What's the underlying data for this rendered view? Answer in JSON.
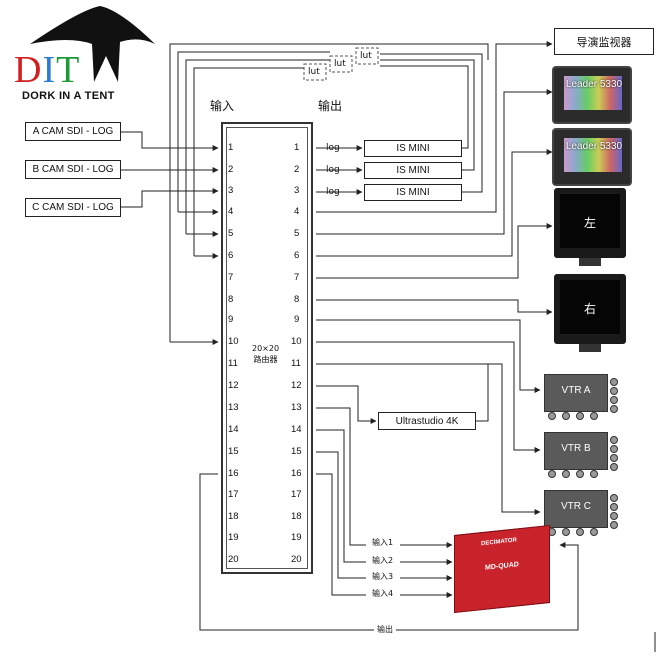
{
  "logo": {
    "letters": [
      "D",
      "I",
      "T"
    ],
    "letter_colors": [
      "#d21f1f",
      "#2a7bd4",
      "#1f9a3a"
    ],
    "tagline": "DORK IN A TENT"
  },
  "headers": {
    "inputs": "输入",
    "outputs": "输出"
  },
  "sources": [
    "A CAM SDI - LOG",
    "B CAM SDI - LOG",
    "C CAM SDI - LOG"
  ],
  "router": {
    "label": "20×20\n路由器",
    "inputs": [
      "1",
      "2",
      "3",
      "4",
      "5",
      "6",
      "7",
      "8",
      "9",
      "10",
      "11",
      "12",
      "13",
      "14",
      "15",
      "16",
      "17",
      "18",
      "19",
      "20"
    ],
    "outputs": [
      "1",
      "2",
      "3",
      "4",
      "5",
      "6",
      "7",
      "8",
      "9",
      "10",
      "11",
      "12",
      "13",
      "14",
      "15",
      "16",
      "17",
      "18",
      "19",
      "20"
    ]
  },
  "log_labels": [
    "log",
    "log",
    "log"
  ],
  "is_mini_labels": [
    "IS MINI",
    "IS MINI",
    "IS MINI"
  ],
  "lut_labels": [
    "lut",
    "lut",
    "lut"
  ],
  "director_monitors": "导演监视器",
  "scopes": [
    "Leader 5330",
    "Leader 5330"
  ],
  "monitors": [
    "左",
    "右"
  ],
  "vtrs": [
    "VTR A",
    "VTR B",
    "VTR C"
  ],
  "ultrastudio": "Ultrastudio 4K",
  "quad": {
    "name": "MD-QUAD",
    "brand": "DECIMATOR",
    "inputs": [
      "输入1",
      "输入2",
      "输入3",
      "输入4"
    ],
    "output": "输出"
  },
  "colors": {
    "line": "#222222",
    "dashed": "#555555",
    "quad_red": "#c9232b"
  }
}
